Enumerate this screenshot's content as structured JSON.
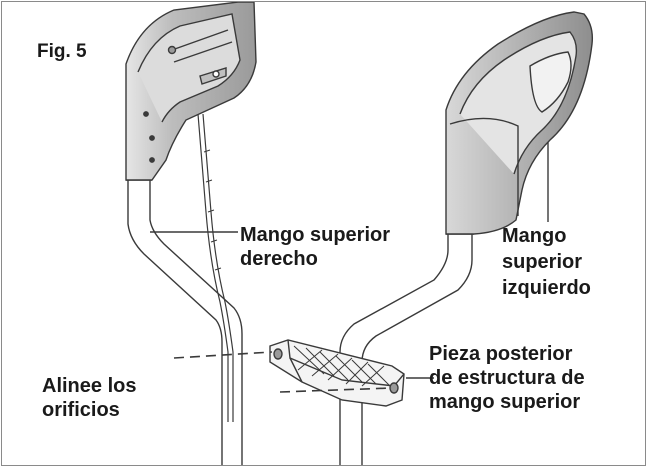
{
  "figure": {
    "label": "Fig. 5"
  },
  "labels": {
    "right_upper_handle": [
      "Mango superior",
      "derecho"
    ],
    "left_upper_handle": [
      "Mango",
      "superior",
      "izquierdo"
    ],
    "align_holes": [
      "Alinee los",
      "orificios"
    ],
    "rear_piece": [
      "Pieza posterior",
      "de estructura de",
      "mango superior"
    ]
  },
  "colors": {
    "line": "#3a3a3a",
    "grip_shade": "#c9c9c9",
    "grip_dark": "#8c8c8c",
    "text": "#1a1a1a"
  }
}
